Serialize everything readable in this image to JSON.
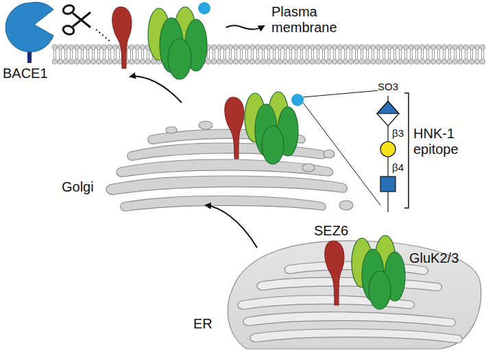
{
  "diagram": {
    "labels": [
      "Plasma membrane",
      "BACE1",
      "HNK-1 epitope",
      "SO3",
      "β3",
      "β4",
      "Golgi",
      "SEZ6",
      "GluK2/3",
      "ER"
    ]
  }
}
